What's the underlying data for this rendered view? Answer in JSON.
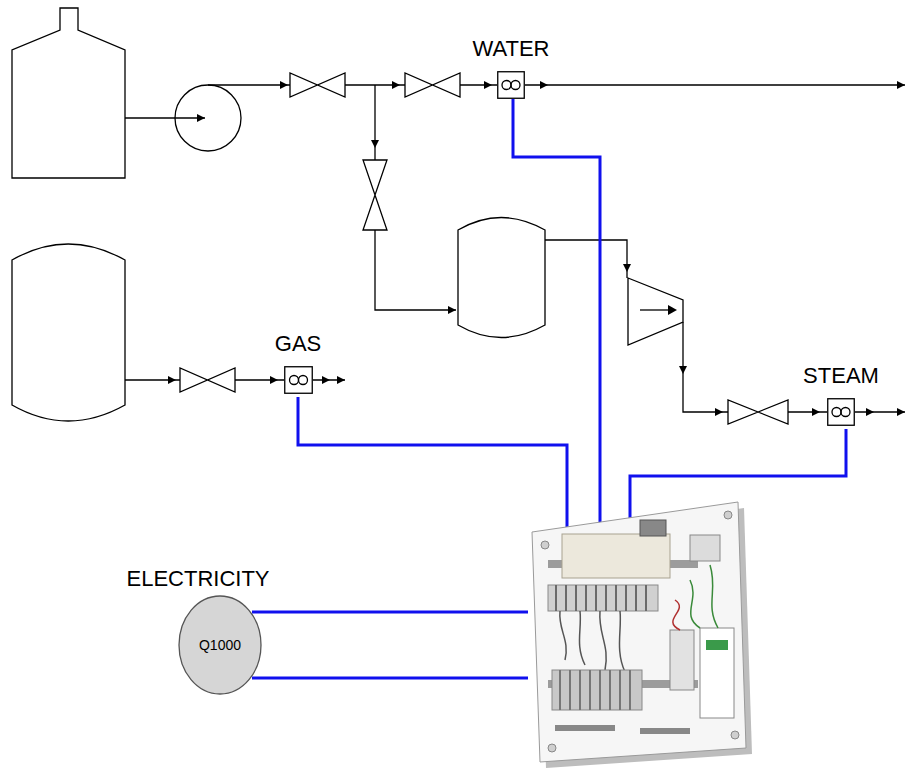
{
  "diagram": {
    "nodes": [
      {
        "text": [
          "WATER"
        ]
      },
      {
        "text": [
          "GAS"
        ]
      },
      {
        "text": [
          "STEAM"
        ]
      },
      {
        "text": [
          "ELECTRICITY",
          "Q1000"
        ]
      }
    ]
  }
}
